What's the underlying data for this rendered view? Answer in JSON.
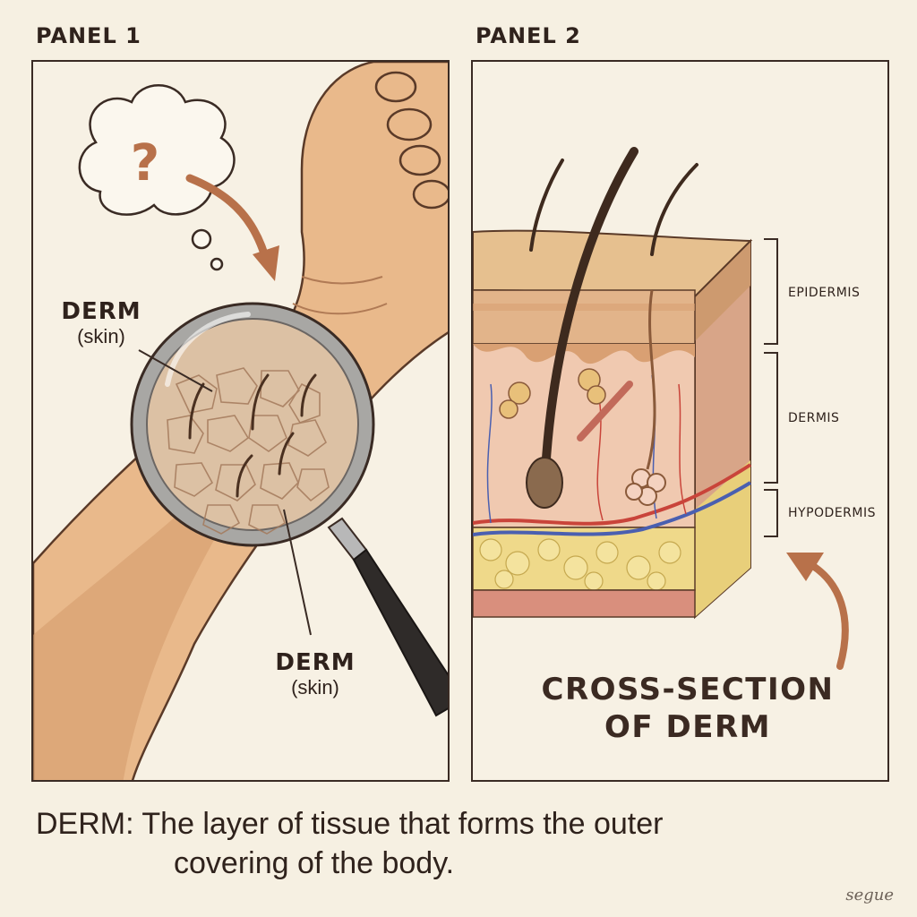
{
  "panels": [
    {
      "title": "PANEL 1"
    },
    {
      "title": "PANEL 2"
    }
  ],
  "panel1": {
    "thought_symbol": "?",
    "label_upper": {
      "term": "DERM",
      "note": "(skin)"
    },
    "label_lower": {
      "term": "DERM",
      "note": "(skin)"
    }
  },
  "panel2": {
    "layers": [
      "EPIDERMIS",
      "DERMIS",
      "HYPODERMIS"
    ],
    "caption_line1": "CROSS-SECTION",
    "caption_line2": "OF DERM"
  },
  "definition": {
    "line1": "DERM: The layer of tissue that forms the outer",
    "line2": "covering of the body."
  },
  "signature": "segue",
  "colors": {
    "skin": "#e9b98b",
    "skin_shadow": "#d39a6c",
    "epidermis": "#e6c08f",
    "dermis": "#f0c9b0",
    "fat": "#efd98a",
    "artery": "#c9443a",
    "vein": "#4a5fb0",
    "arrow": "#b8714a",
    "ink": "#3a2b24"
  }
}
